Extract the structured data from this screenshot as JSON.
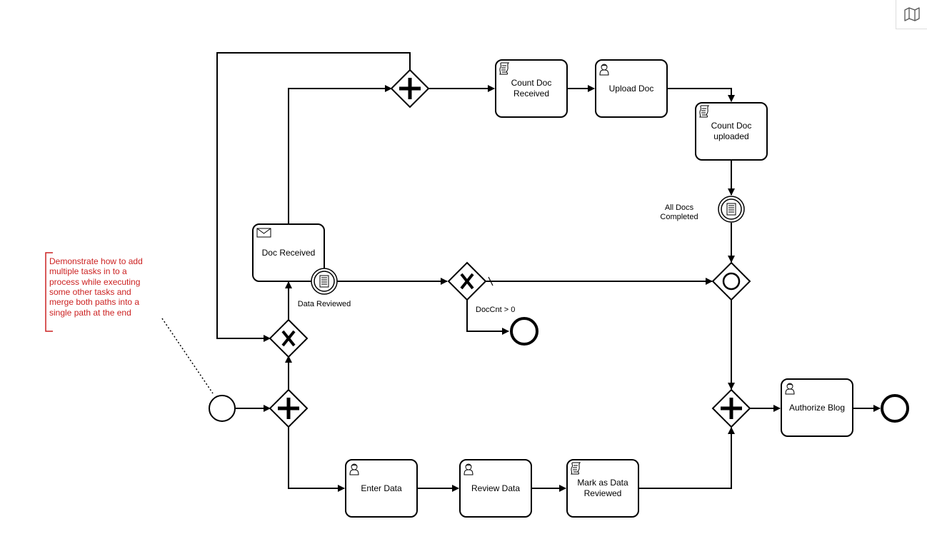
{
  "tasks": {
    "doc_received": "Doc Received",
    "count_doc_received": [
      "Count Doc",
      "Received"
    ],
    "upload_doc": "Upload Doc",
    "count_doc_uploaded": [
      "Count Doc",
      "uploaded"
    ],
    "enter_data": "Enter Data",
    "review_data": "Review Data",
    "mark_reviewed": [
      "Mark as Data",
      "Reviewed"
    ],
    "authorize_blog": "Authorize Blog"
  },
  "labels": {
    "data_reviewed": "Data Reviewed",
    "all_docs": [
      "All Docs",
      "Completed"
    ],
    "doccnt": "DocCnt > 0"
  },
  "annotation": [
    "Demonstrate how to add",
    "multiple tasks in to a",
    "process while executing",
    "some other tasks and",
    "merge both paths into a",
    "single path at the end"
  ],
  "toolbar": {
    "minimap_icon": "map-icon"
  },
  "colors": {
    "annotation": "#cc2222",
    "stroke": "#000000"
  }
}
